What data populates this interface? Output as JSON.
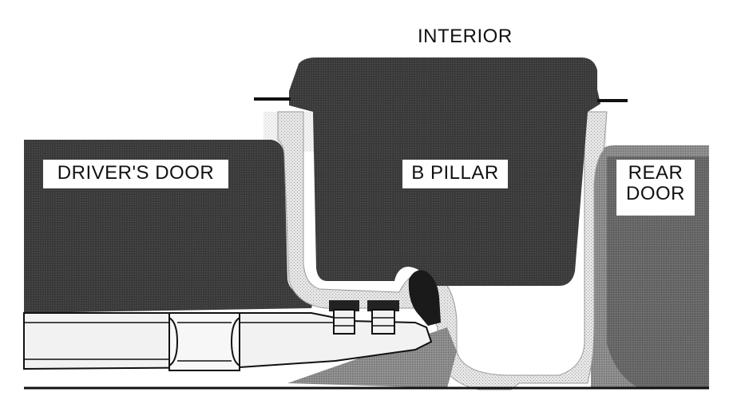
{
  "labels": {
    "interior": "INTERIOR",
    "drivers_door": "DRIVER'S DOOR",
    "b_pillar": "B PILLAR",
    "rear_door_line1": "REAR",
    "rear_door_line2": "DOOR"
  },
  "colors": {
    "dark_panel": "#2e2e2e",
    "mid_gray": "#8c8c8c",
    "light_gray": "#cfcfcf",
    "stipple_light": "#e3e3e3",
    "outline": "#111111",
    "background": "#ffffff"
  }
}
